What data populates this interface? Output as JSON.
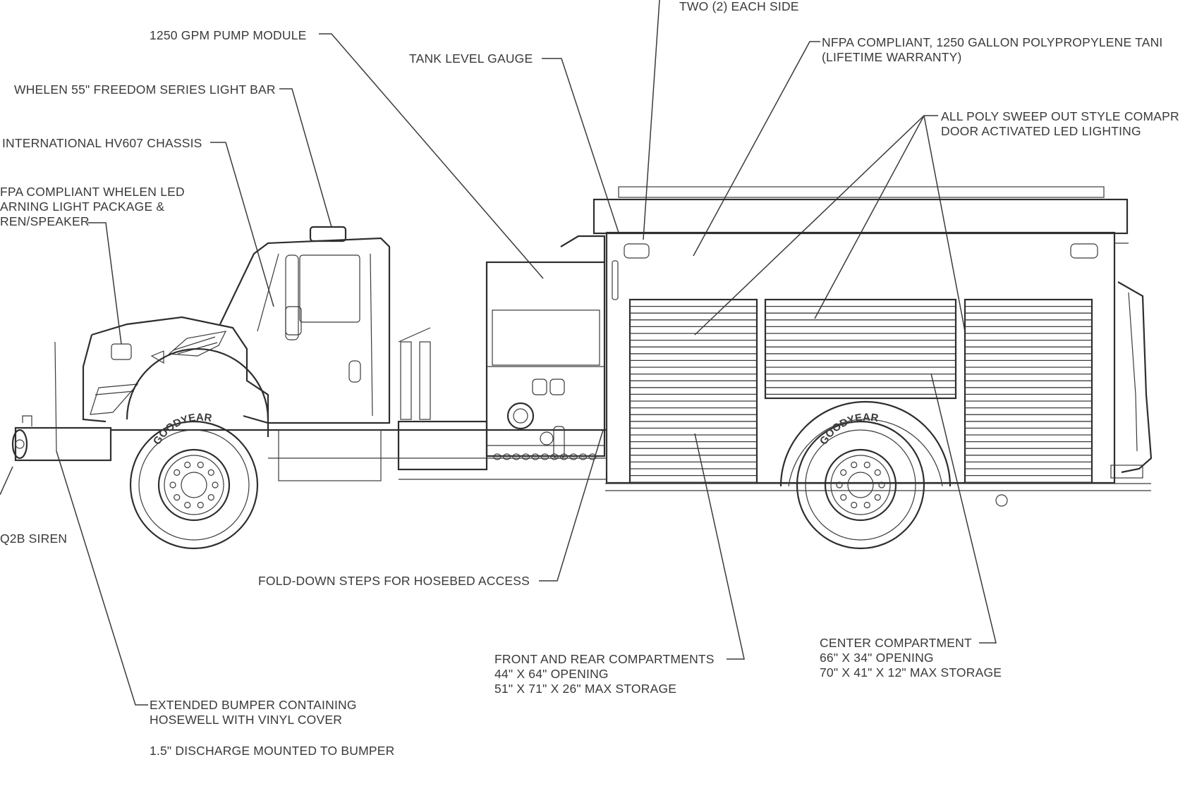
{
  "labels": {
    "two_each_side": "TWO (2) EACH SIDE",
    "pump_module": "1250 GPM PUMP MODULE",
    "tank_gauge": "TANK LEVEL GAUGE",
    "tank_1": "NFPA COMPLIANT, 1250 GALLON POLYPROPYLENE TANI",
    "tank_2": "(LIFETIME WARRANTY)",
    "light_bar": "WHELEN 55\" FREEDOM SERIES LIGHT BAR",
    "sweep_1": "ALL POLY SWEEP OUT STYLE COMAPR",
    "sweep_2": "DOOR ACTIVATED LED LIGHTING",
    "chassis": "INTERNATIONAL HV607 CHASSIS",
    "warning_1": "FPA COMPLIANT WHELEN LED",
    "warning_2": "ARNING LIGHT PACKAGE &",
    "warning_3": "REN/SPEAKER",
    "siren": "Q2B SIREN",
    "fold_steps": "FOLD-DOWN STEPS FOR HOSEBED ACCESS",
    "front_rear_1": "FRONT AND REAR COMPARTMENTS",
    "front_rear_2": "44\" X 64\" OPENING",
    "front_rear_3": "51\" X 71\" X 26\" MAX STORAGE",
    "center_1": "CENTER COMPARTMENT",
    "center_2": "66\" X 34\" OPENING",
    "center_3": "70\" X 41\" X 12\" MAX STORAGE",
    "bumper_1": "EXTENDED BUMPER CONTAINING",
    "bumper_2": "HOSEWELL WITH VINYL COVER",
    "discharge": "1.5\" DISCHARGE MOUNTED TO BUMPER"
  },
  "tire_brand": "GOODYEAR",
  "colors": {
    "ink": "#3b3b3b",
    "text": "#3a3a3a",
    "paper": "#ffffff"
  }
}
